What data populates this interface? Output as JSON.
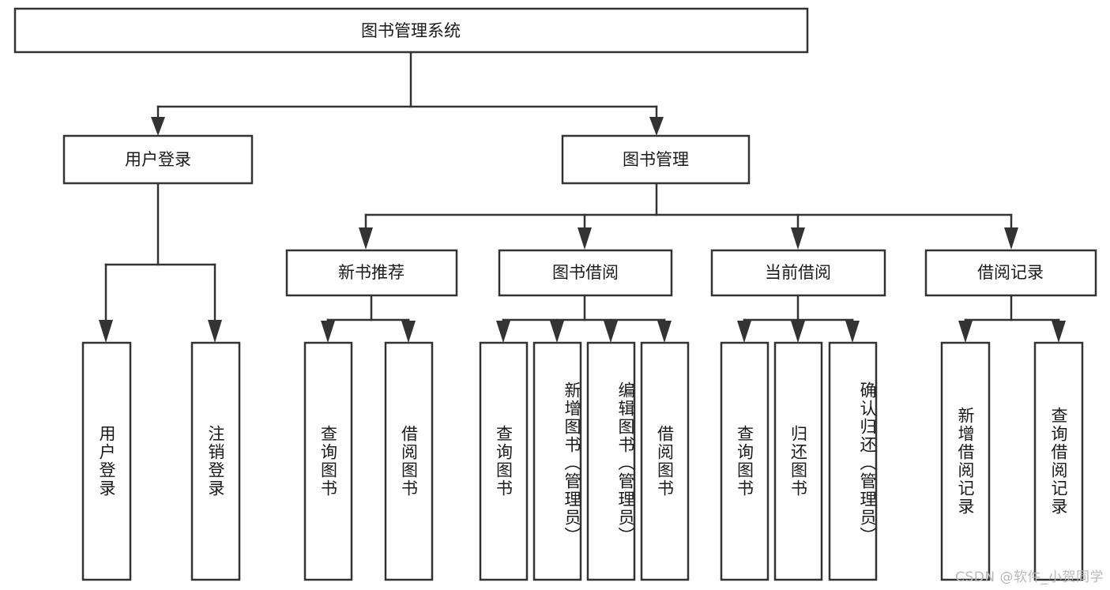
{
  "diagram": {
    "title": "图书管理系统",
    "type": "tree-hierarchy-diagram",
    "watermark": "CSDN @软件_小贺同学",
    "colors": {
      "box_stroke": "#333333",
      "box_fill": "#ffffff",
      "text": "#1a1a1a",
      "background": "#ffffff",
      "watermark": "#b9b9b9"
    },
    "root": {
      "label": "图书管理系统"
    },
    "level2": [
      {
        "id": "user-login",
        "label": "用户登录"
      },
      {
        "id": "book-management",
        "label": "图书管理"
      }
    ],
    "level3": [
      {
        "id": "new-book-recommend",
        "label": "新书推荐",
        "parent": "book-management"
      },
      {
        "id": "book-borrow",
        "label": "图书借阅",
        "parent": "book-management"
      },
      {
        "id": "current-borrow",
        "label": "当前借阅",
        "parent": "book-management"
      },
      {
        "id": "borrow-record",
        "label": "借阅记录",
        "parent": "book-management"
      }
    ],
    "leaves": [
      {
        "id": "leaf-user-login",
        "label": "用户登录",
        "parent": "user-login"
      },
      {
        "id": "leaf-logout-login",
        "label": "注销登录",
        "parent": "user-login"
      },
      {
        "id": "leaf-query-book-1",
        "label": "查询图书",
        "parent": "new-book-recommend"
      },
      {
        "id": "leaf-borrow-book-1",
        "label": "借阅图书",
        "parent": "new-book-recommend"
      },
      {
        "id": "leaf-query-book-2",
        "label": "查询图书",
        "parent": "book-borrow"
      },
      {
        "id": "leaf-add-book-admin",
        "label": "新增图书（管理员）",
        "parent": "book-borrow"
      },
      {
        "id": "leaf-edit-book-admin",
        "label": "编辑图书（管理员）",
        "parent": "book-borrow"
      },
      {
        "id": "leaf-borrow-book-2",
        "label": "借阅图书",
        "parent": "book-borrow"
      },
      {
        "id": "leaf-query-book-3",
        "label": "查询图书",
        "parent": "current-borrow"
      },
      {
        "id": "leaf-return-book",
        "label": "归还图书",
        "parent": "current-borrow"
      },
      {
        "id": "leaf-confirm-return-admin",
        "label": "确认归还（管理员）",
        "parent": "current-borrow"
      },
      {
        "id": "leaf-add-borrow-record",
        "label": "新增借阅记录",
        "parent": "borrow-record"
      },
      {
        "id": "leaf-query-borrow-record",
        "label": "查询借阅记录",
        "parent": "borrow-record"
      }
    ]
  },
  "chart_data": {
    "type": "table",
    "title": "图书管理系统",
    "nodes": [
      {
        "level": 1,
        "label": "图书管理系统",
        "children": [
          "用户登录",
          "图书管理"
        ]
      },
      {
        "level": 2,
        "label": "用户登录",
        "children": [
          "用户登录",
          "注销登录"
        ]
      },
      {
        "level": 2,
        "label": "图书管理",
        "children": [
          "新书推荐",
          "图书借阅",
          "当前借阅",
          "借阅记录"
        ]
      },
      {
        "level": 3,
        "label": "新书推荐",
        "children": [
          "查询图书",
          "借阅图书"
        ]
      },
      {
        "level": 3,
        "label": "图书借阅",
        "children": [
          "查询图书",
          "新增图书（管理员）",
          "编辑图书（管理员）",
          "借阅图书"
        ]
      },
      {
        "level": 3,
        "label": "当前借阅",
        "children": [
          "查询图书",
          "归还图书",
          "确认归还（管理员）"
        ]
      },
      {
        "level": 3,
        "label": "借阅记录",
        "children": [
          "新增借阅记录",
          "查询借阅记录"
        ]
      }
    ]
  }
}
